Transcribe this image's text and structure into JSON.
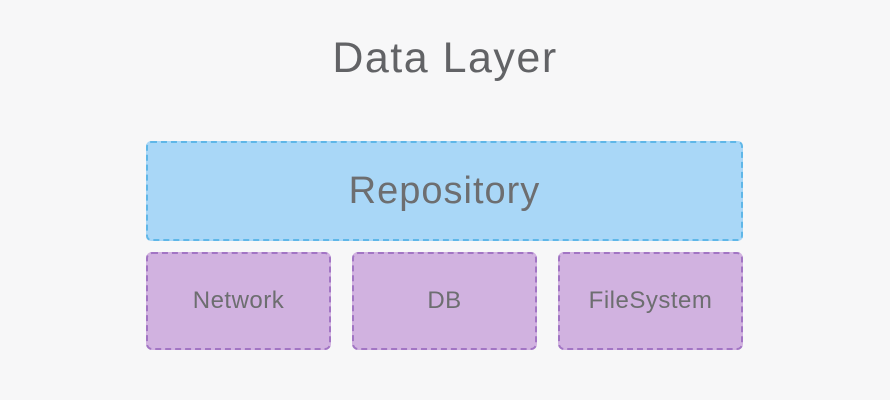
{
  "title": "Data Layer",
  "repository": {
    "label": "Repository"
  },
  "children": [
    {
      "label": "Network"
    },
    {
      "label": "DB"
    },
    {
      "label": "FileSystem"
    }
  ],
  "colors": {
    "background": "#f7f7f8",
    "repository_fill": "#a9d7f7",
    "repository_border": "#5fb7e8",
    "child_fill": "#d1b2e0",
    "child_border": "#a275c4",
    "title_text": "#626366",
    "label_text": "#6d6e70"
  }
}
